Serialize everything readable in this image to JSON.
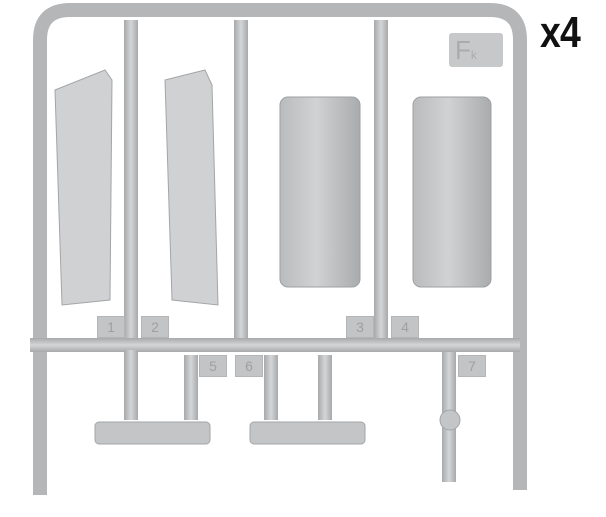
{
  "quantity_label": "x4",
  "sprue_code": {
    "letter": "F",
    "sub": "k"
  },
  "part_numbers": [
    "1",
    "2",
    "3",
    "4",
    "5",
    "6",
    "7"
  ],
  "colors": {
    "plastic": "#c9cbcd",
    "plastic_dark": "#aeb0b2",
    "background": "#ffffff",
    "text": "#111111"
  }
}
